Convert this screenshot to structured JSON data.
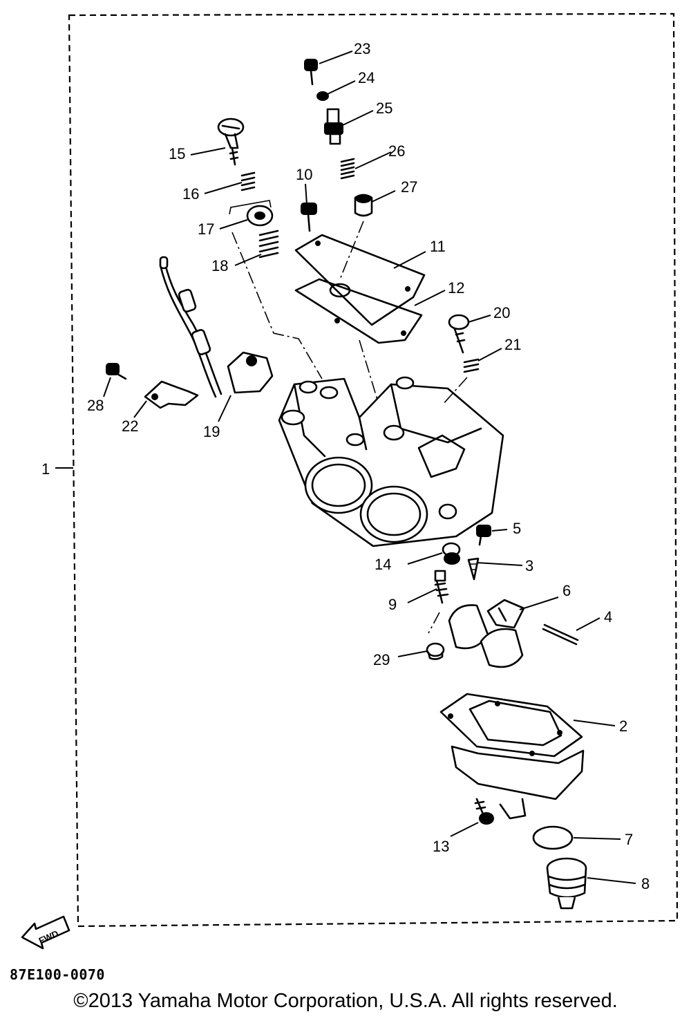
{
  "diagram": {
    "callouts": [
      "1",
      "2",
      "3",
      "4",
      "5",
      "6",
      "7",
      "8",
      "9",
      "10",
      "11",
      "12",
      "13",
      "14",
      "15",
      "16",
      "17",
      "18",
      "19",
      "20",
      "21",
      "22",
      "23",
      "24",
      "25",
      "26",
      "27",
      "28",
      "29"
    ],
    "fwd_label": "FWD",
    "drawing_code": "87E100-0070",
    "copyright": "©2013 Yamaha Motor Corporation, U.S.A. All rights reserved."
  }
}
